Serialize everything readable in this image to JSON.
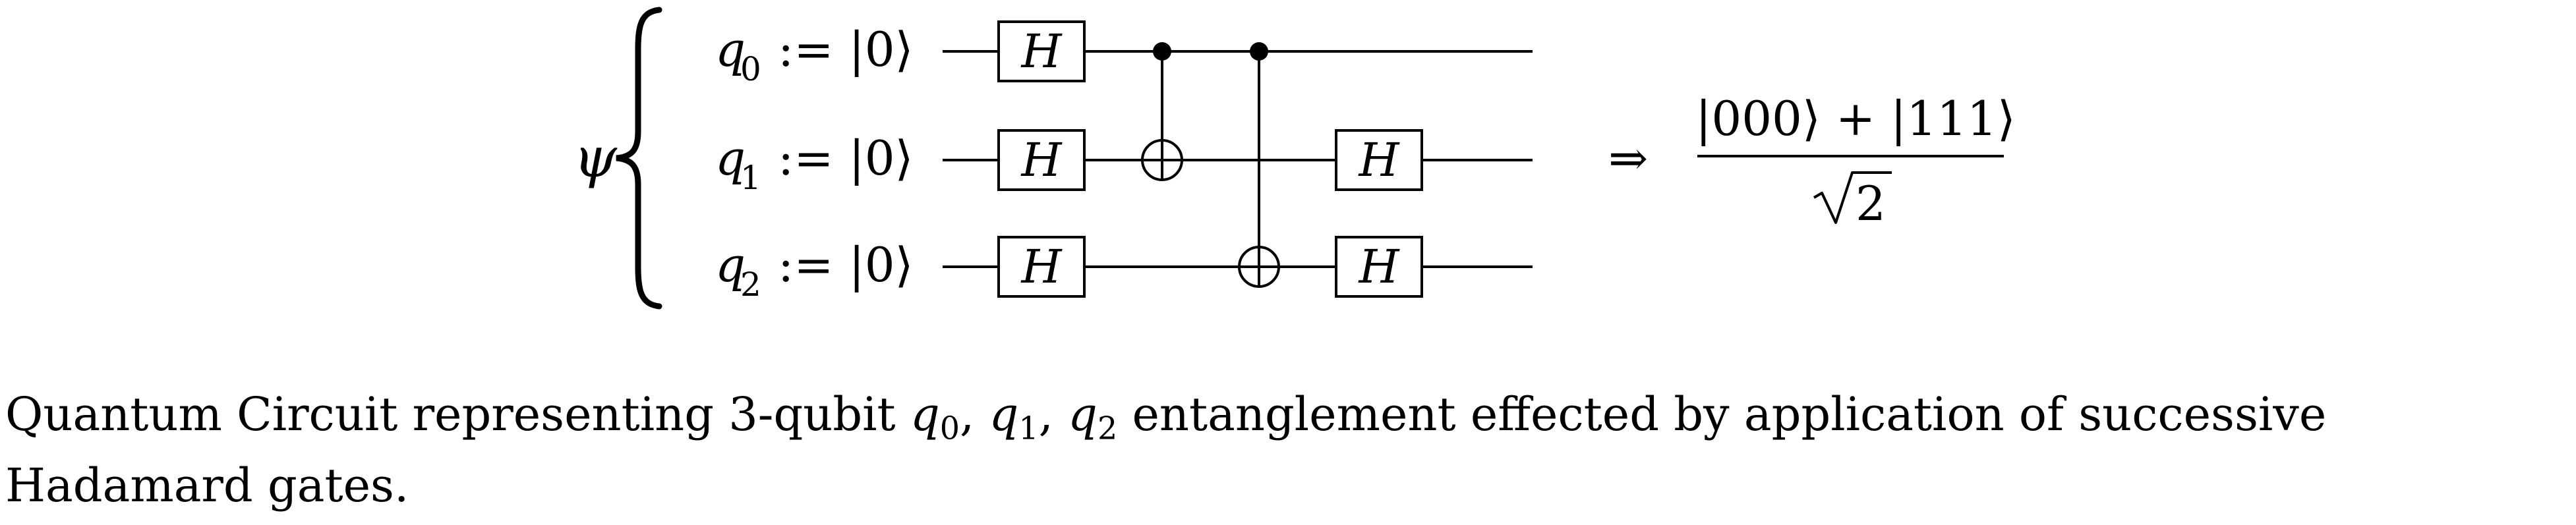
{
  "diagram": {
    "state_symbol": "ψ",
    "qubits": [
      {
        "name": "q",
        "index": "0",
        "init": ":= |0⟩"
      },
      {
        "name": "q",
        "index": "1",
        "init": ":= |0⟩"
      },
      {
        "name": "q",
        "index": "2",
        "init": ":= |0⟩"
      }
    ],
    "gates": {
      "hadamard_label": "H"
    },
    "implies": "⇒",
    "result": {
      "numerator": "|000⟩ + |111⟩",
      "denominator_radicand": "2"
    }
  },
  "caption": {
    "text_before": "Quantum Circuit representing 3-qubit ",
    "qubit_list": [
      {
        "name": "q",
        "index": "0"
      },
      {
        "name": "q",
        "index": "1"
      },
      {
        "name": "q",
        "index": "2"
      }
    ],
    "separator": ", ",
    "text_after": " entanglement effected by application of successive Hadamard gates."
  }
}
